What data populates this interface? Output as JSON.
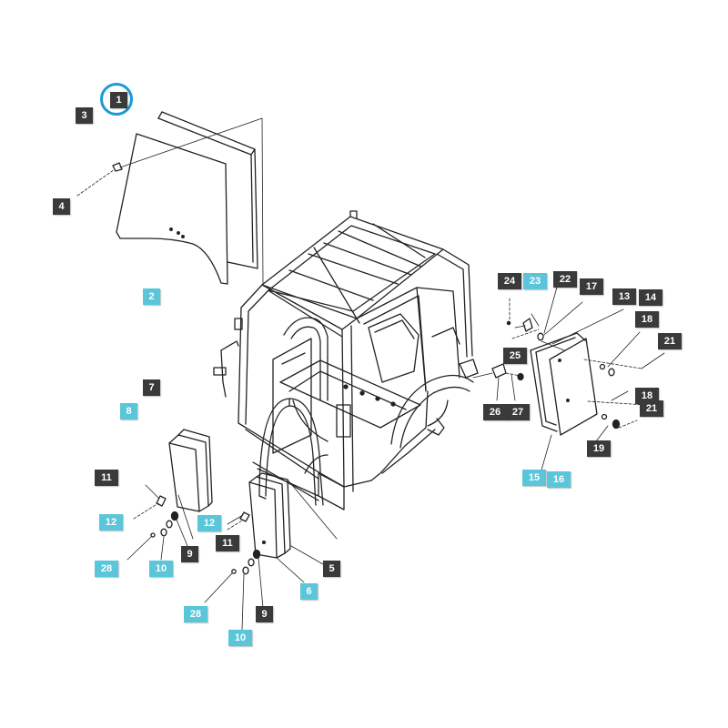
{
  "colors": {
    "dark_label": "#3a3a3a",
    "cyan_label": "#5bc5d9",
    "highlight_ring": "#1a9ad6",
    "line": "#222222"
  },
  "highlighted_callout": "1",
  "callouts": {
    "c1": "1",
    "c2": "2",
    "c3": "3",
    "c4": "4",
    "c5": "5",
    "c6": "6",
    "c7": "7",
    "c8": "8",
    "c9a": "9",
    "c9b": "9",
    "c10a": "10",
    "c10b": "10",
    "c11a": "11",
    "c11b": "11",
    "c12a": "12",
    "c12b": "12",
    "c13": "13",
    "c14": "14",
    "c15": "15",
    "c16": "16",
    "c17": "17",
    "c18a": "18",
    "c18b": "18",
    "c19": "19",
    "c21a": "21",
    "c21b": "21",
    "c22": "22",
    "c23": "23",
    "c24": "24",
    "c25": "25",
    "c26": "26",
    "c27": "27",
    "c28a": "28",
    "c28b": "28"
  }
}
